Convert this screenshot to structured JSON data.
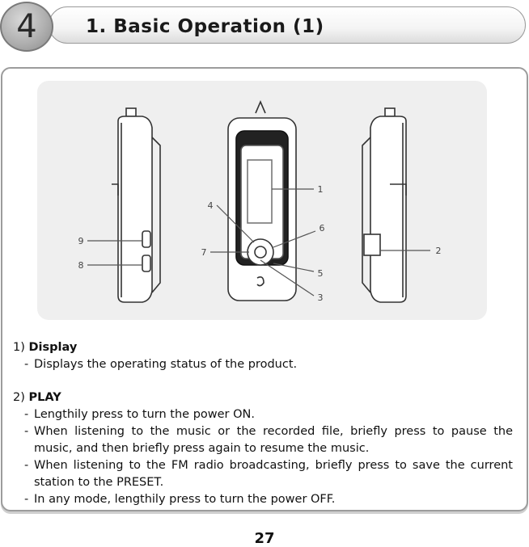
{
  "header": {
    "chapter_number": "4",
    "title": "1. Basic Operation (1)"
  },
  "illustration": {
    "callouts": [
      "1",
      "2",
      "3",
      "4",
      "5",
      "6",
      "7",
      "8",
      "9"
    ]
  },
  "sections": [
    {
      "number": "1) ",
      "title": "Display",
      "items": [
        "Displays the operating status of the product."
      ]
    },
    {
      "number": "2) ",
      "title": "PLAY",
      "items": [
        "Lengthily press to turn the power ON.",
        "When listening to the music or the recorded file, briefly press to pause the music, and then briefly press again to resume the music.",
        "When listening to the FM radio broadcasting, briefly press to save the current station to the PRESET.",
        "In any mode, lengthily press to turn the power OFF."
      ]
    }
  ],
  "dash": "-",
  "page_number": "27"
}
